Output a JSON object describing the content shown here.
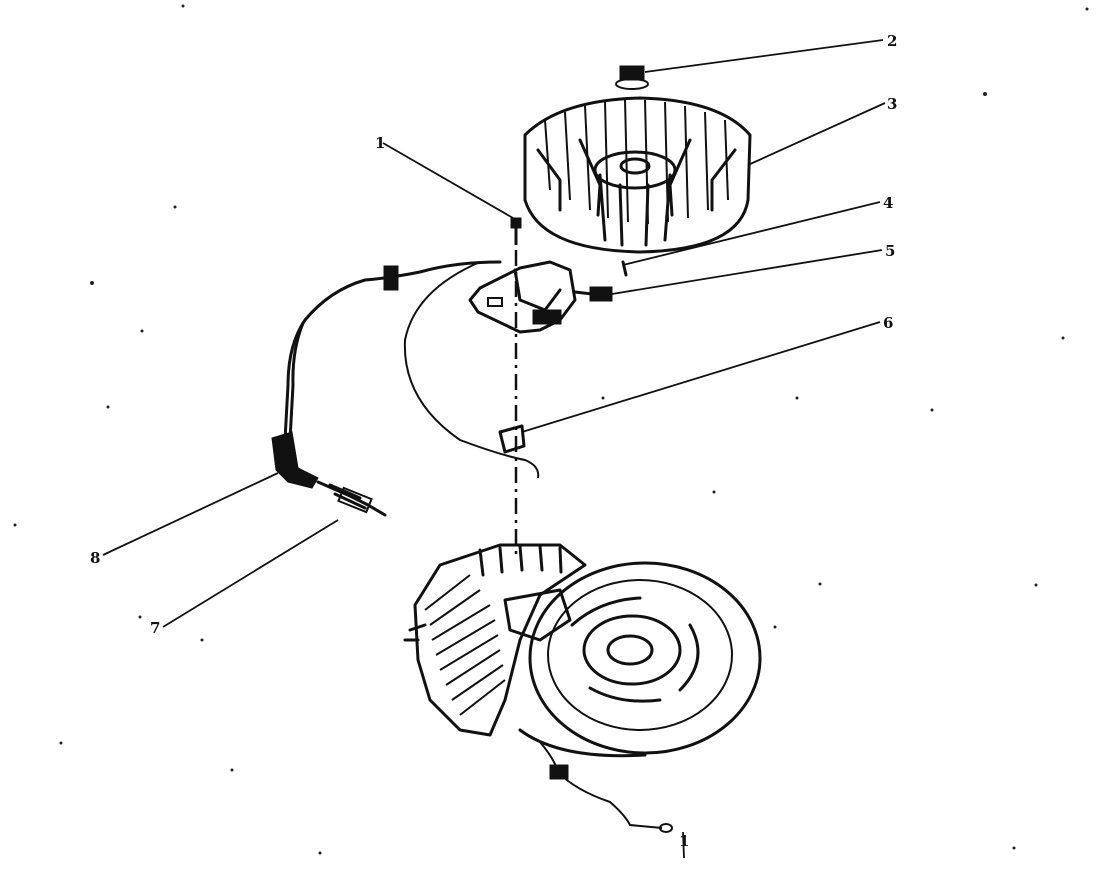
{
  "diagram": {
    "callouts": [
      {
        "id": "c1-top",
        "label": "1"
      },
      {
        "id": "c2",
        "label": "2"
      },
      {
        "id": "c3",
        "label": "3"
      },
      {
        "id": "c4",
        "label": "4"
      },
      {
        "id": "c5",
        "label": "5"
      },
      {
        "id": "c6",
        "label": "6"
      },
      {
        "id": "c7",
        "label": "7"
      },
      {
        "id": "c8",
        "label": "8"
      },
      {
        "id": "c1-bottom",
        "label": "1"
      }
    ]
  }
}
